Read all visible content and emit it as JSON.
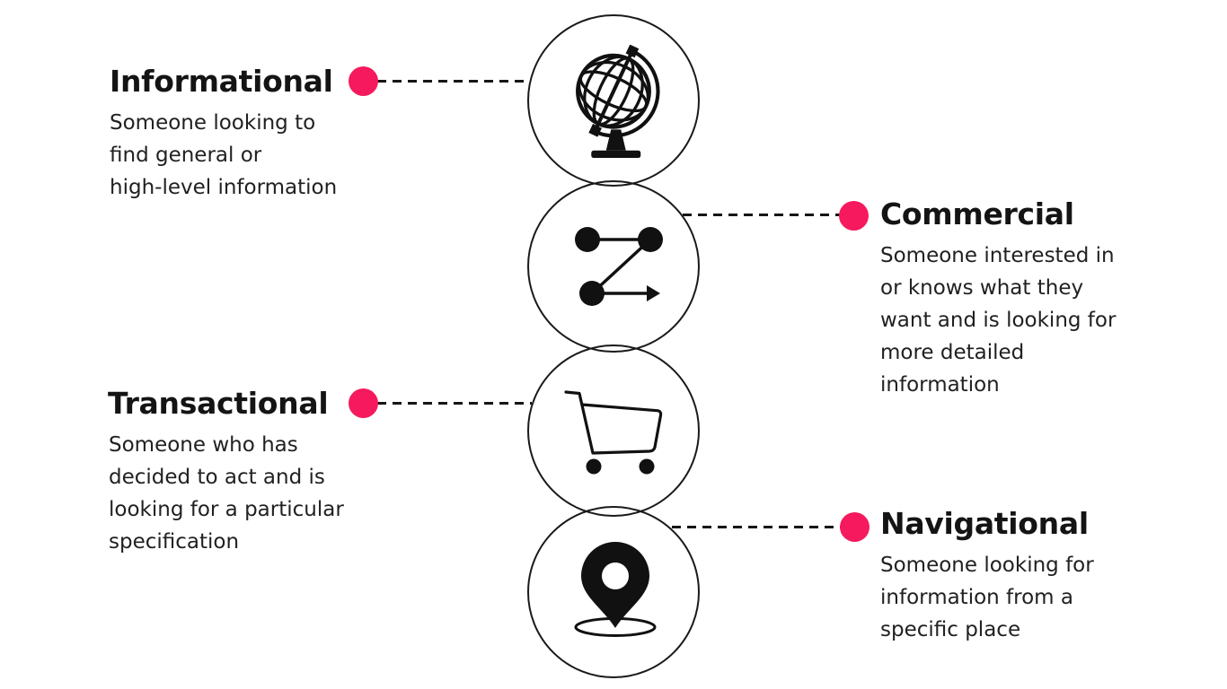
{
  "colors": {
    "accent": "#f6195d",
    "line": "#161616",
    "text": "#1a1a1a",
    "background": "#ffffff"
  },
  "items": [
    {
      "label": "Informational",
      "description": "Someone looking to\nfind general or\nhigh-level information",
      "icon": "globe-icon",
      "side": "left"
    },
    {
      "label": "Commercial",
      "description": "Someone interested in\nor knows what they\nwant and is looking for\nmore detailed\ninformation",
      "icon": "route-icon",
      "side": "right"
    },
    {
      "label": "Transactional",
      "description": "Someone who has\ndecided to act and is\nlooking for a particular\nspecification",
      "icon": "shopping-cart-icon",
      "side": "left"
    },
    {
      "label": "Navigational",
      "description": "Someone looking for\ninformation from a\nspecific place",
      "icon": "location-pin-icon",
      "side": "right"
    }
  ]
}
